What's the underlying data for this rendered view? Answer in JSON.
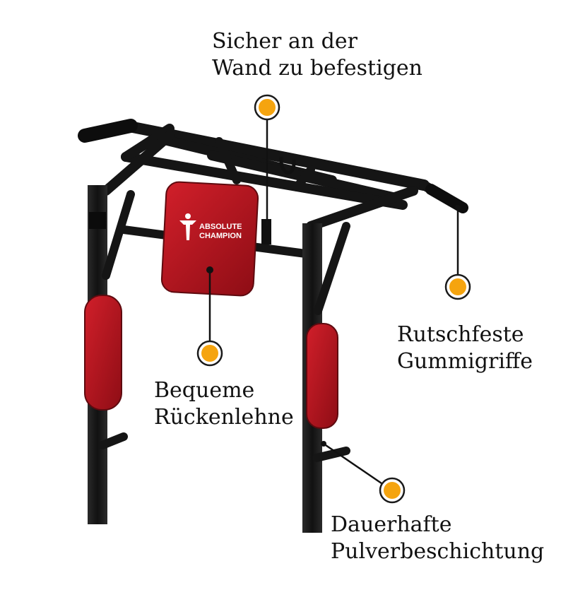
{
  "callouts": {
    "wall_mount": {
      "line1": "Sicher an der",
      "line2": "Wand zu befestigen"
    },
    "grips": {
      "line1": "Rutschfeste",
      "line2": "Gummigriffe"
    },
    "backrest": {
      "line1": "Bequeme",
      "line2": "Rückenlehne"
    },
    "coating": {
      "line1": "Dauerhafte",
      "line2": "Pulverbeschichtung"
    }
  },
  "logo": {
    "line1": "ABSOLUTE",
    "line2": "CHAMPION"
  },
  "colors": {
    "frame": "#1a1a1a",
    "pad": "#b3121c",
    "marker_fill": "#f5a40f",
    "marker_ring": "#1a1a1a",
    "text": "#111111"
  }
}
